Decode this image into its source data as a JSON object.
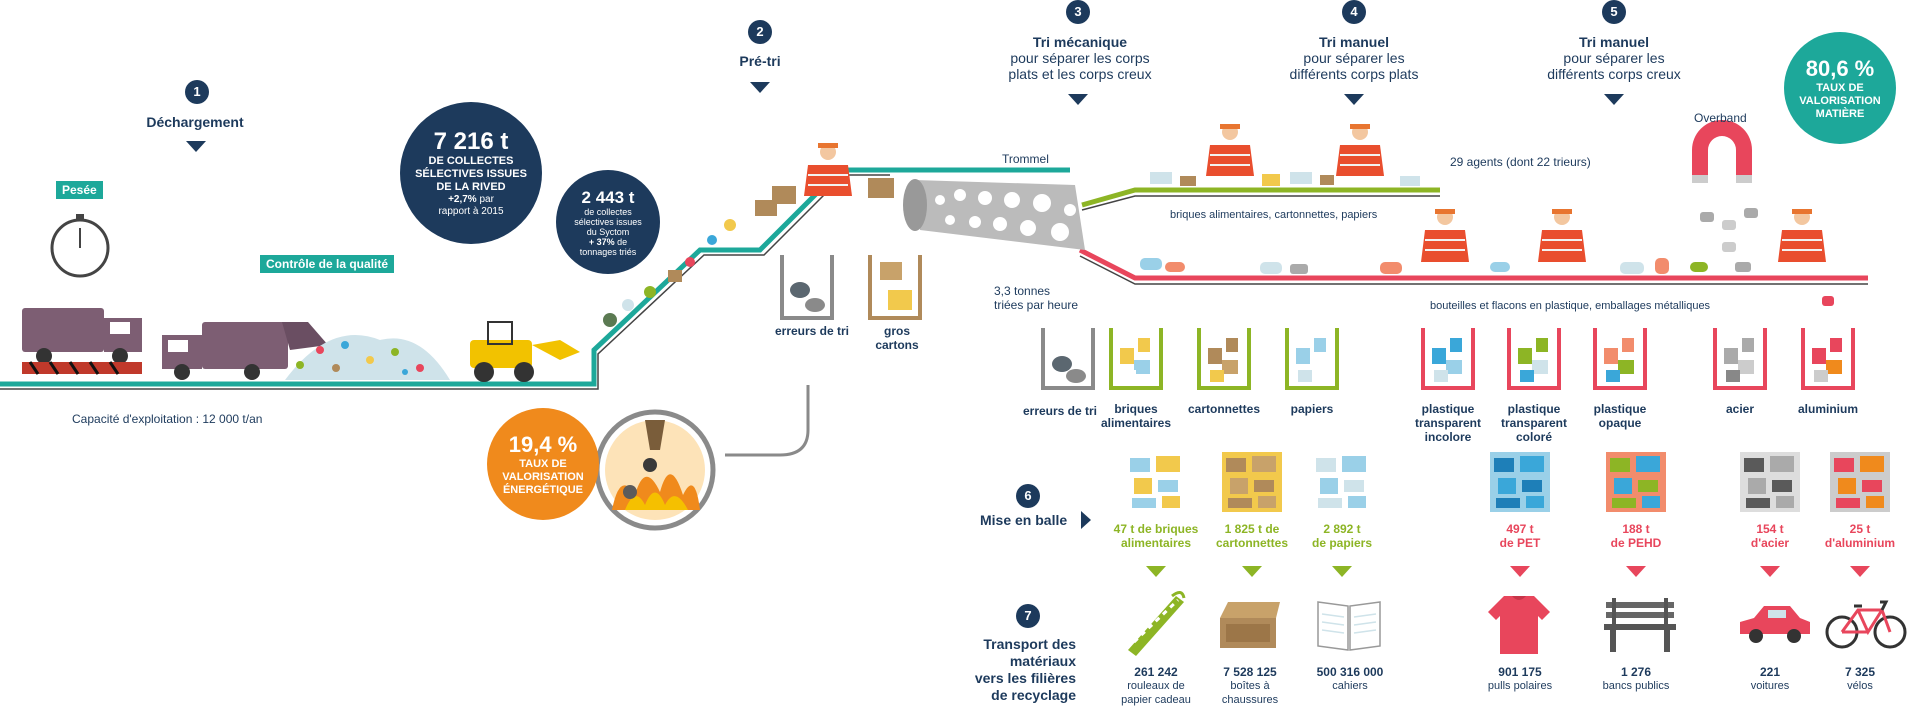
{
  "steps": {
    "s1": {
      "num": "1",
      "title": "Déchargement"
    },
    "s2": {
      "num": "2",
      "title": "Pré-tri"
    },
    "s3": {
      "num": "3",
      "title": "Tri mécanique",
      "sub1": "pour séparer les corps",
      "sub2": "plats et les corps creux"
    },
    "s4": {
      "num": "4",
      "title": "Tri manuel",
      "sub1": "pour séparer les",
      "sub2": "différents corps plats"
    },
    "s5": {
      "num": "5",
      "title": "Tri manuel",
      "sub1": "pour séparer les",
      "sub2": "différents corps creux"
    },
    "s6": {
      "num": "6",
      "title": "Mise en balle"
    },
    "s7": {
      "num": "7",
      "title1": "Transport des",
      "title2": "matériaux",
      "title3": "vers les filières",
      "title4": "de recyclage"
    }
  },
  "tags": {
    "pesee": "Pesée",
    "controle": "Contrôle de la qualité"
  },
  "capacity": "Capacité d'exploitation : 12 000 t/an",
  "rived": {
    "value": "7 216 t",
    "line1": "DE COLLECTES",
    "line2": "SÉLECTIVES ISSUES",
    "line3": "DE LA RIVED",
    "pct": "+2,7%",
    "pct_rest": " par",
    "line5": "rapport à 2015"
  },
  "syctom": {
    "value": "2 443 t",
    "line1": "de collectes",
    "line2": "sélectives issues",
    "line3": "du Syctom",
    "pct": "+ 37%",
    "pct_rest": " de",
    "line5": "tonnages triés"
  },
  "energy": {
    "value": "19,4 %",
    "line1": "TAUX DE",
    "line2": "VALORISATION",
    "line3": "ÉNERGÉTIQUE"
  },
  "matiere": {
    "value": "80,6 %",
    "line1": "TAUX DE",
    "line2": "VALORISATION",
    "line3": "MATIÈRE"
  },
  "labels": {
    "trommel": "Trommel",
    "overband": "Overband",
    "agents": "29 agents (dont 22 trieurs)",
    "flat_line": "briques alimentaires, cartonnettes, papiers",
    "hollow_line": "bouteilles et flacons en plastique, emballages métalliques",
    "rate1": "3,3 tonnes",
    "rate2": "triées par heure",
    "erreurs1": "erreurs de tri",
    "gros_cartons": "gros cartons",
    "erreurs2": "erreurs de tri"
  },
  "bins": [
    {
      "l1": "briques",
      "l2": "alimentaires",
      "color": "#8db525"
    },
    {
      "l1": "cartonnettes",
      "l2": "",
      "color": "#8db525"
    },
    {
      "l1": "papiers",
      "l2": "",
      "color": "#8db525"
    },
    {
      "l1": "plastique",
      "l2": "transparent",
      "l3": "incolore",
      "color": "#e8465c"
    },
    {
      "l1": "plastique",
      "l2": "transparent",
      "l3": "coloré",
      "color": "#e8465c"
    },
    {
      "l1": "plastique",
      "l2": "opaque",
      "l3": "",
      "color": "#e8465c"
    },
    {
      "l1": "acier",
      "l2": "",
      "color": "#e8465c"
    },
    {
      "l1": "aluminium",
      "l2": "",
      "color": "#e8465c"
    }
  ],
  "bales": [
    {
      "l1": "47 t de briques",
      "l2": "alimentaires"
    },
    {
      "l1": "1 825 t de",
      "l2": "cartonnettes"
    },
    {
      "l1": "2 892 t",
      "l2": "de papiers"
    },
    {
      "l1": "497 t",
      "l2": "de PET"
    },
    {
      "l1": "188 t",
      "l2": "de PEHD"
    },
    {
      "l1": "154 t",
      "l2": "d'acier"
    },
    {
      "l1": "25 t",
      "l2": "d'aluminium"
    }
  ],
  "products": [
    {
      "num": "261 242",
      "l1": "rouleaux de",
      "l2": "papier cadeau"
    },
    {
      "num": "7 528 125",
      "l1": "boîtes à",
      "l2": "chaussures"
    },
    {
      "num": "500 316 000",
      "l1": "cahiers",
      "l2": ""
    },
    {
      "num": "901 175",
      "l1": "pulls polaires",
      "l2": ""
    },
    {
      "num": "1 276",
      "l1": "bancs publics",
      "l2": ""
    },
    {
      "num": "221",
      "l1": "voitures",
      "l2": ""
    },
    {
      "num": "7 325",
      "l1": "vélos",
      "l2": ""
    }
  ],
  "colors": {
    "navy": "#1d3a5c",
    "teal": "#1da89a",
    "green": "#8db525",
    "red": "#e8465c",
    "orange": "#f08a1c"
  }
}
